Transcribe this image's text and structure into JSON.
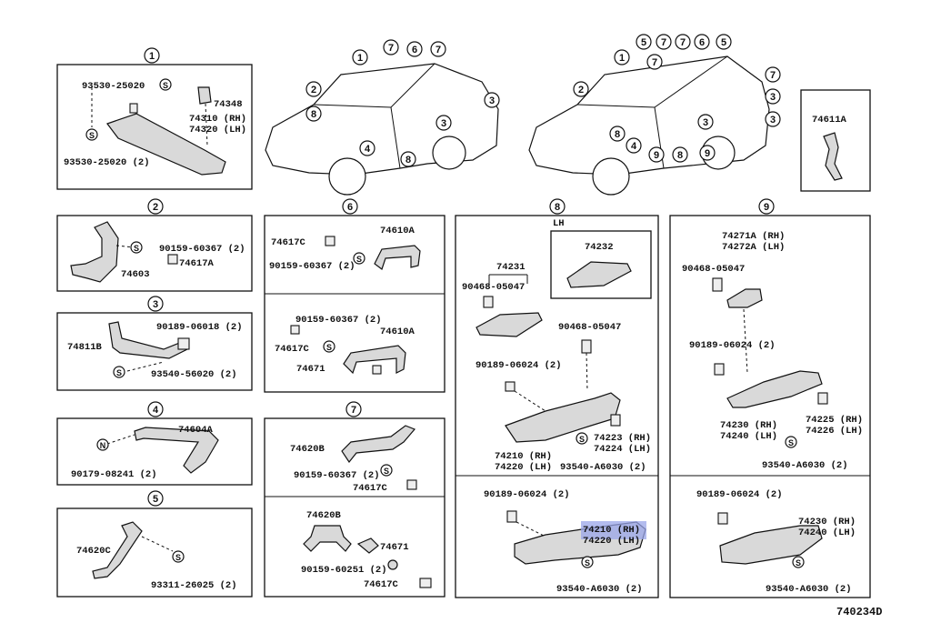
{
  "diagram_code": "740234D",
  "lh_label": "LH",
  "panels": {
    "p1": {
      "num": "1",
      "labels": [
        "93530-25020",
        "74348",
        "74310 (RH)",
        "74320 (LH)",
        "93530-25020 (2)"
      ]
    },
    "p2": {
      "num": "2",
      "labels": [
        "90159-60367 (2)",
        "74617A",
        "74603"
      ]
    },
    "p3": {
      "num": "3",
      "labels": [
        "90189-06018 (2)",
        "74811B",
        "93540-56020 (2)"
      ]
    },
    "p4": {
      "num": "4",
      "labels": [
        "74604A",
        "90179-08241 (2)"
      ]
    },
    "p5": {
      "num": "5",
      "labels": [
        "74620C",
        "93311-26025 (2)"
      ]
    },
    "p6": {
      "num": "6",
      "labels": [
        "74617C",
        "74610A",
        "90159-60367 (2)",
        "90159-60367 (2)",
        "74617C",
        "74610A",
        "74671"
      ]
    },
    "p7": {
      "num": "7",
      "labels": [
        "74620B",
        "90159-60367 (2)",
        "74617C",
        "74620B",
        "74671",
        "90159-60251 (2)",
        "74617C"
      ]
    },
    "p8": {
      "num": "8",
      "labels": [
        "74232",
        "74231",
        "90468-05047",
        "90468-05047",
        "90189-06024 (2)",
        "74223 (RH)",
        "74224 (LH)",
        "74210 (RH)",
        "74220 (LH)",
        "93540-A6030 (2)",
        "90189-06024 (2)",
        "74210 (RH)",
        "74220 (LH)",
        "93540-A6030 (2)"
      ]
    },
    "p9": {
      "num": "9",
      "labels": [
        "74271A (RH)",
        "74272A (LH)",
        "90468-05047",
        "90189-06024 (2)",
        "74225 (RH)",
        "74226 (LH)",
        "74230 (RH)",
        "74240 (LH)",
        "93540-A6030 (2)",
        "90189-06024 (2)",
        "74230 (RH)",
        "74240 (LH)",
        "93540-A6030 (2)"
      ]
    },
    "p10": {
      "labels": [
        "74611A"
      ]
    }
  },
  "symbols": {
    "s": "S",
    "n": "N"
  },
  "car_callouts_left": [
    "1",
    "2",
    "3",
    "3",
    "4",
    "6",
    "7",
    "7",
    "8",
    "8"
  ],
  "car_callouts_right": [
    "1",
    "2",
    "3",
    "3",
    "3",
    "4",
    "5",
    "5",
    "6",
    "7",
    "7",
    "7",
    "7",
    "8",
    "8",
    "9",
    "9"
  ]
}
